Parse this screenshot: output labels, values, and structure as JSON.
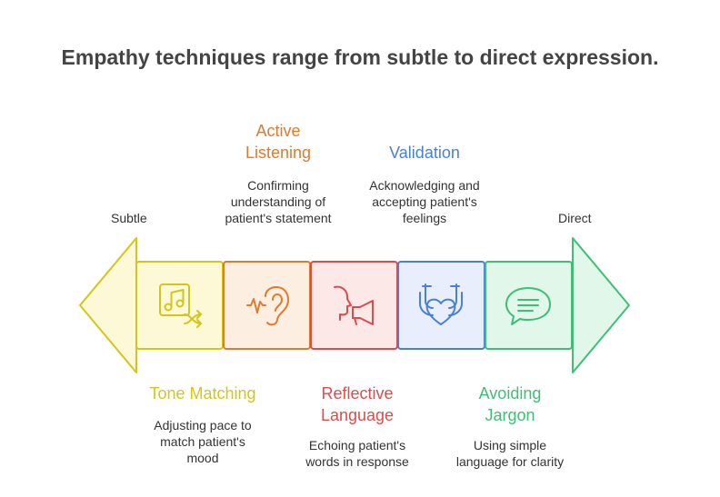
{
  "title": "Empathy techniques range from subtle to direct expression.",
  "ends": {
    "left": "Subtle",
    "right": "Direct"
  },
  "techniques": [
    {
      "title": "Tone Matching",
      "description": "Adjusting pace to\nmatch patient's\nmood",
      "color": "#d4c619",
      "fill": "#fdf8d5",
      "icon": "music-shuffle-icon"
    },
    {
      "title": "Active\nListening",
      "description": "Confirming\nunderstanding of\npatient's statement",
      "color": "#e07a2e",
      "fill": "#fdeee2",
      "icon": "ear-icon"
    },
    {
      "title": "Reflective\nLanguage",
      "description": "Echoing patient's\nwords in response",
      "color": "#e04a4a",
      "fill": "#fde8e8",
      "icon": "speaking-megaphone-icon"
    },
    {
      "title": "Validation",
      "description": "Acknowledging and\naccepting patient's\nfeelings",
      "color": "#4a7fd6",
      "fill": "#e8eefb",
      "icon": "hands-heart-icon"
    },
    {
      "title": "Avoiding\nJargon",
      "description": "Using simple\nlanguage for clarity",
      "color": "#3fbf74",
      "fill": "#e0f7ea",
      "icon": "speech-bubble-icon"
    }
  ]
}
